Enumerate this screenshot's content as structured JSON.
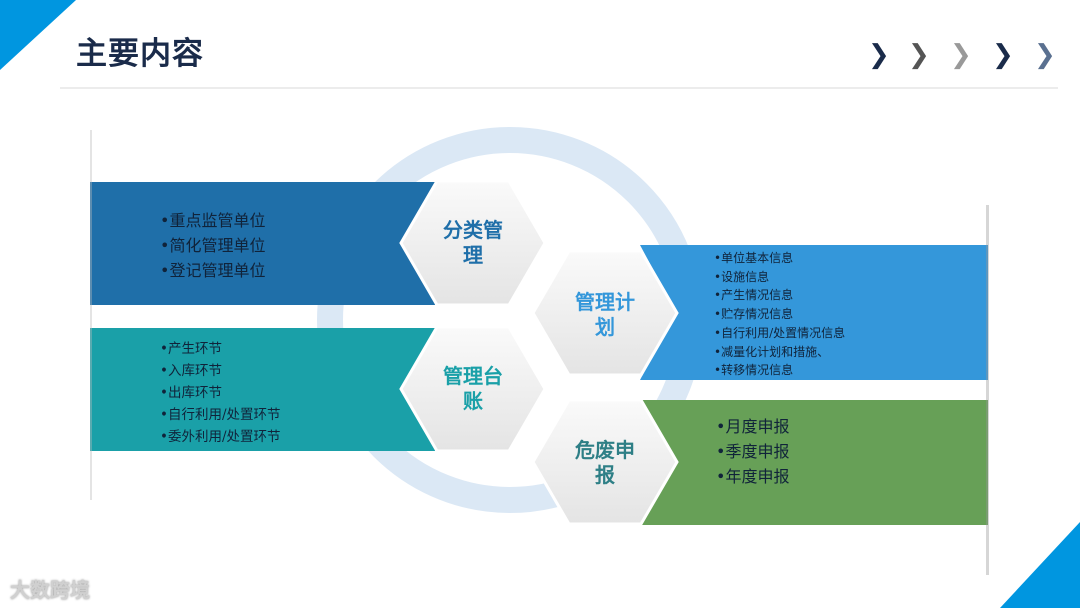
{
  "header": {
    "title": "主要内容",
    "chevrons": 5
  },
  "colors": {
    "accent": "#0096e0",
    "band1": "#1f6fa9",
    "band2": "#1aa0a8",
    "band3": "#3497da",
    "band4": "#67a057",
    "title": "#1a2b4a"
  },
  "sections": [
    {
      "label": "分类管理",
      "label_lines": [
        "分类管",
        "理"
      ],
      "items": [
        "•重点监管单位",
        "•简化管理单位",
        "•登记管理单位"
      ]
    },
    {
      "label": "管理台账",
      "label_lines": [
        "管理台",
        "账"
      ],
      "items": [
        "•产生环节",
        "•入库环节",
        "•出库环节",
        "•自行利用/处置环节",
        "•委外利用/处置环节"
      ]
    },
    {
      "label": "管理计划",
      "label_lines": [
        "管理计",
        "划"
      ],
      "items": [
        "•单位基本信息",
        "•设施信息",
        "•产生情况信息",
        "•贮存情况信息",
        "•自行利用/处置情况信息",
        "•减量化计划和措施、",
        "•转移情况信息"
      ]
    },
    {
      "label": "危废申报",
      "label_lines": [
        "危废申",
        "报"
      ],
      "items": [
        "•月度申报",
        "•季度申报",
        "•年度申报"
      ]
    }
  ],
  "watermark": {
    "logo_text": "大数跨境"
  }
}
